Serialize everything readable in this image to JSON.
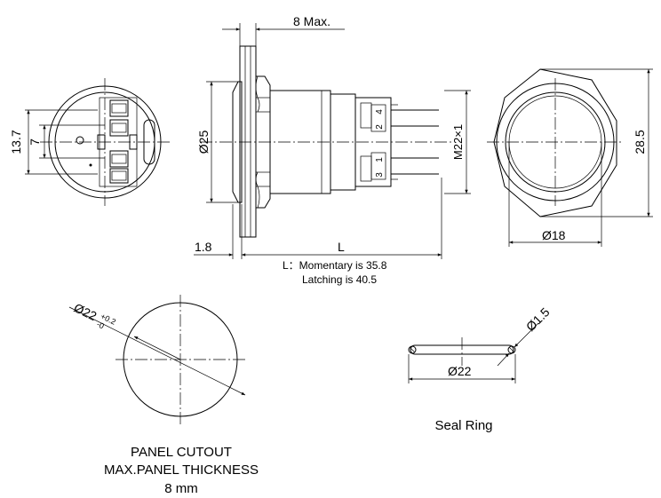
{
  "labels": {
    "max_length": "8 Max.",
    "d25": "Ø25",
    "m22": "M22×1",
    "dim_1_8": "1.8",
    "dim_L": "L",
    "l_momentary": "L：Momentary is  35.8",
    "l_latching": "Latching is 40.5",
    "dim_13_7": "13.7",
    "dim_7": "7",
    "d18": "Ø18",
    "dim_28_5": "28.5",
    "cutout_dia": "Ø22",
    "cutout_tol_upper": "+0.2",
    "cutout_tol_lower": "-0",
    "seal_cross": "Ø1.5",
    "seal_dia": "Ø22",
    "seal_ring": "Seal Ring",
    "panel_cutout": "PANEL CUTOUT",
    "max_panel_thickness": "MAX.PANEL THICKNESS",
    "thickness_value": "8 mm",
    "pin_2": "2",
    "pin_4": "4",
    "pin_1": "1",
    "pin_3": "3"
  }
}
